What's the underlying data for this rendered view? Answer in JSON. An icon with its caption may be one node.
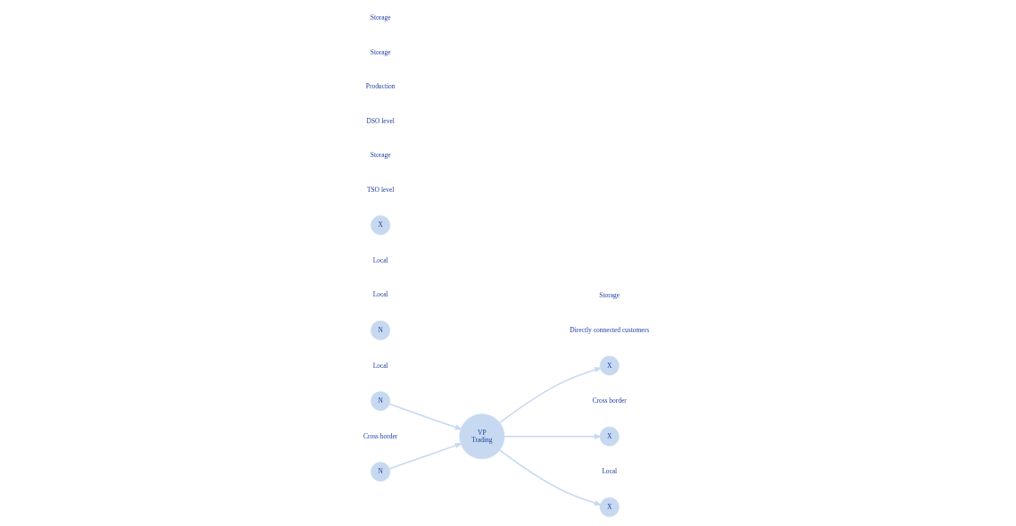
{
  "diagram": {
    "nodes": [
      {
        "text": [
          "N"
        ],
        "beside": [
          "Cross border"
        ]
      },
      {
        "text": [
          "N"
        ],
        "beside": [
          "Local"
        ]
      },
      {
        "text": [
          "N"
        ],
        "beside": [
          "Local"
        ]
      },
      {
        "text": [
          "VP",
          "Trading"
        ]
      },
      {
        "text": [
          "X"
        ],
        "beside": [
          "Cross border"
        ]
      },
      {
        "text": [
          "X"
        ],
        "beside": [
          "Local"
        ]
      },
      {
        "text": [
          "X"
        ]
      },
      {
        "text": [
          "X"
        ],
        "beside": [
          "Local"
        ]
      }
    ],
    "edges": [
      {
        "from": 0,
        "to": 3,
        "arrow": "to"
      },
      {
        "from": 1,
        "to": 3,
        "arrow": "to"
      },
      {
        "from": 3,
        "to": 4,
        "arrow": "to"
      },
      {
        "from": 3,
        "to": 5,
        "arrow": "to"
      },
      {
        "from": 3,
        "to": 6,
        "arrow": "to"
      }
    ],
    "labels": [
      "TSO level",
      "Storage",
      "Directly connected customers",
      "Storage",
      "DSO level",
      "Production",
      "Storage",
      "Storage"
    ]
  }
}
